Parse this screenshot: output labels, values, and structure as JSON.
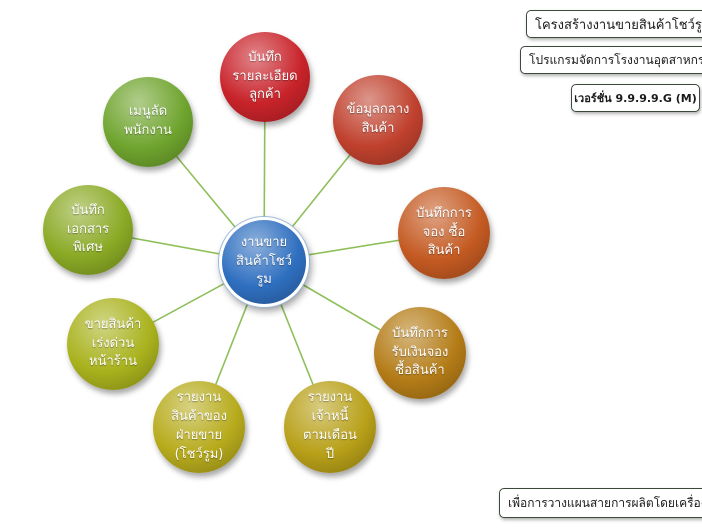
{
  "center": {
    "label": "งานขาย\nสินค้าโชว์\nรูม",
    "color": "#2f6fc0"
  },
  "nodes": [
    {
      "id": "customer-detail",
      "label": "บันทึก\nรายละเอียด\nลูกค้า",
      "color": "#c8232a"
    },
    {
      "id": "master-product",
      "label": "ข้อมูลกลาง\nสินค้า",
      "color": "#c0412e"
    },
    {
      "id": "product-booking",
      "label": "บันทึกการ\nจอง ซื้อ\nสินค้า",
      "color": "#c45a22"
    },
    {
      "id": "booking-payment",
      "label": "บันทึกการ\nรับเงินจอง\nซื้อสินค้า",
      "color": "#b47c17"
    },
    {
      "id": "monthly-debtor-report",
      "label": "รายงาน\nเจ้าหนี้\nตามเดือน\nปี",
      "color": "#b8a018"
    },
    {
      "id": "sales-product-report",
      "label": "รายงาน\nสินค้าของ\nฝ่ายขาย\n(โชว์รูม)",
      "color": "#b7ab1c"
    },
    {
      "id": "urgent-sale",
      "label": "ขายสินค้า\nเร่งด่วน\nหน้าร้าน",
      "color": "#a9b21d"
    },
    {
      "id": "special-document",
      "label": "บันทึก\nเอกสาร\nพิเศษ",
      "color": "#8aaa25"
    },
    {
      "id": "employee-menu",
      "label": "เมนูลัด\nพนักงาน",
      "color": "#6fa42e"
    }
  ],
  "header": {
    "structure_title": "โครงสร้างงานขายสินค้าโชว์รูม",
    "program_title": "โปรแกรมจัดการโรงงานอุตสาหกรรม",
    "version": "เวอร์ชั่น 9.9.9.9.G (M)"
  },
  "footer": {
    "note": "เพื่อการวางแผนสายการผลิตโดยเครื่องจักร"
  },
  "connector_color": "#8fbf5a"
}
